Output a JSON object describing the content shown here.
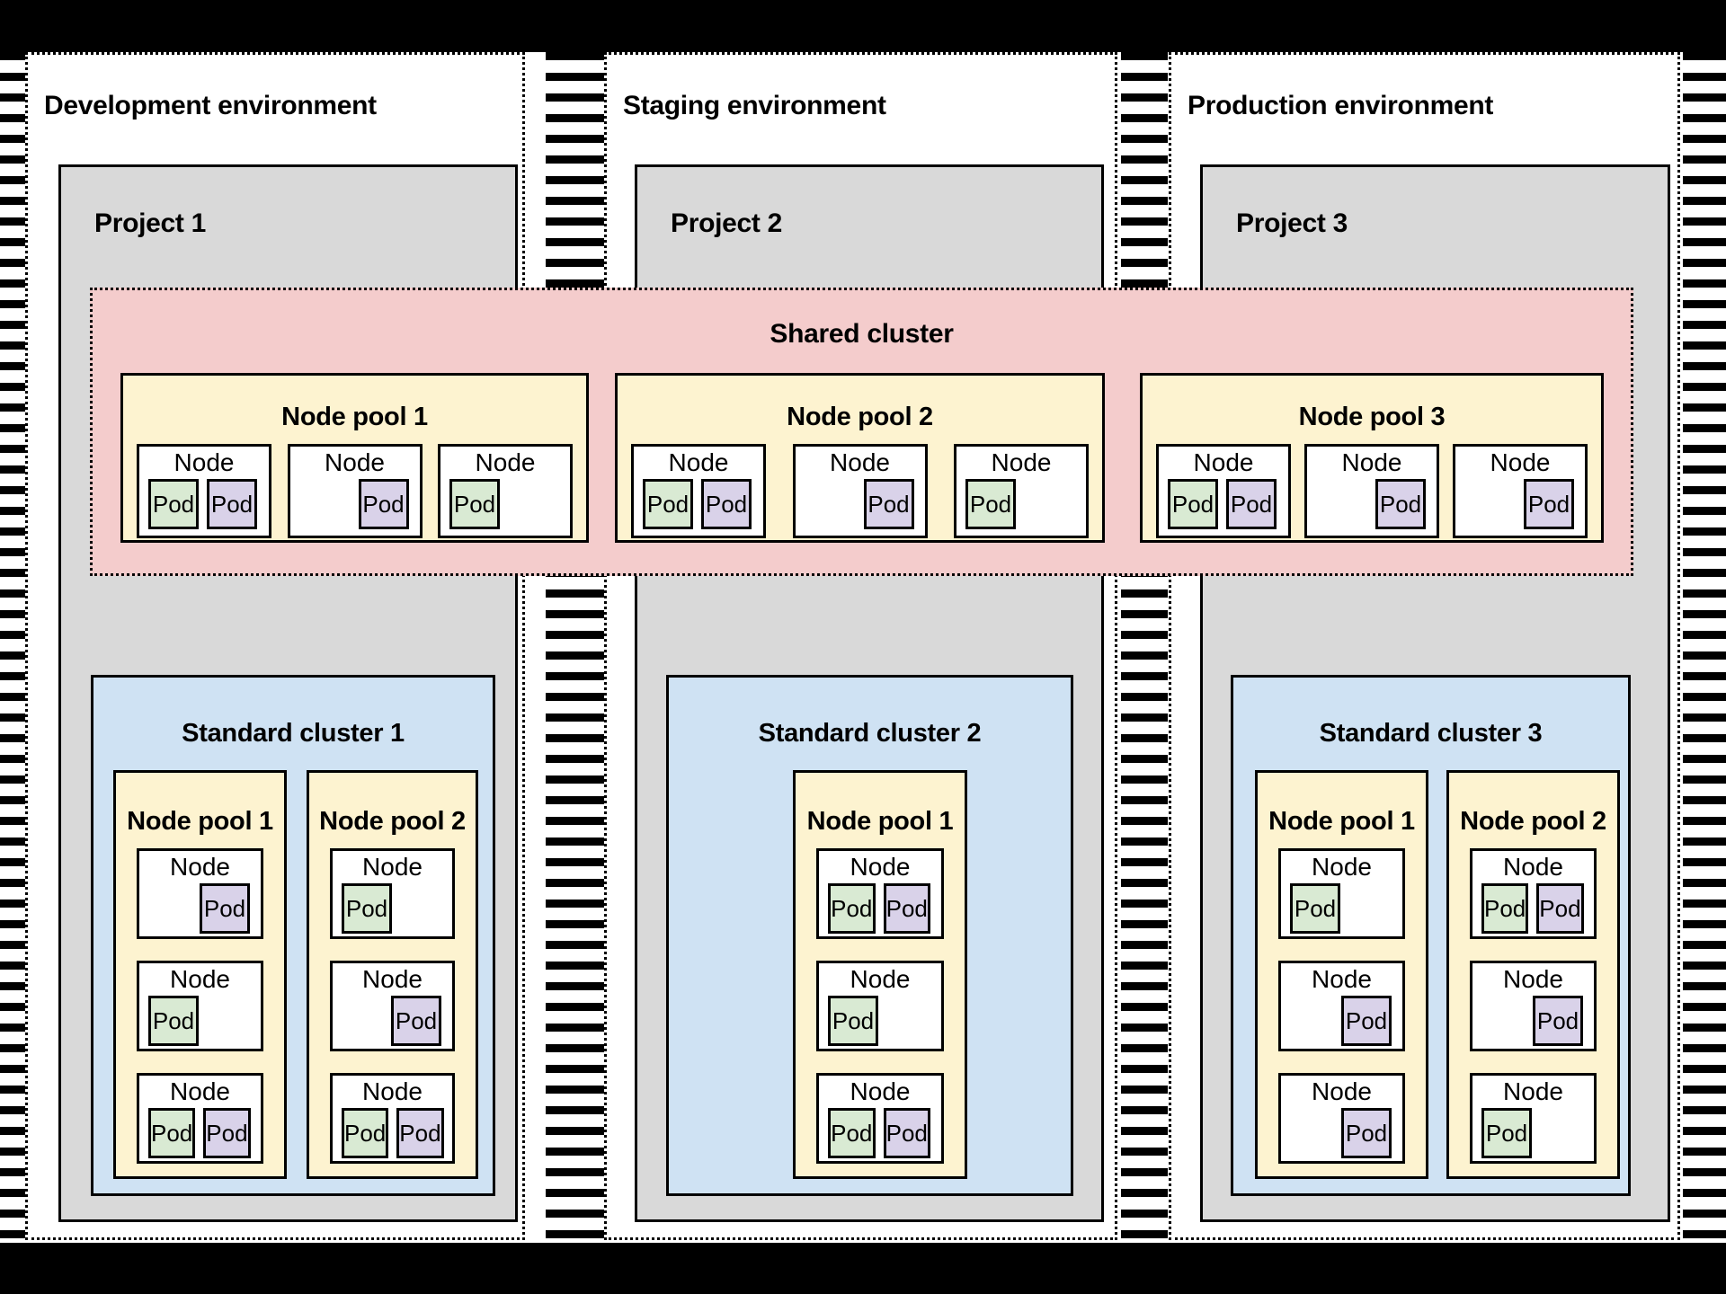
{
  "palette": {
    "background": "#000000",
    "environment_bg": "#ffffff",
    "project_bg": "#d9d9d9",
    "shared_cluster_bg": "#f4cccc",
    "node_pool_bg": "#fdf3d0",
    "standard_cluster_bg": "#cfe2f3",
    "node_bg": "#ffffff",
    "pod_green": "#d9ead3",
    "pod_purple": "#d9d2e9",
    "border": "#000000"
  },
  "environments": [
    {
      "title": "Development environment",
      "project": {
        "title": "Project 1",
        "cluster": {
          "title": "Standard cluster 1",
          "pools": [
            {
              "title": "Node pool 1",
              "nodes": [
                {
                  "label": "Node",
                  "align": "right",
                  "pods": [
                    {
                      "label": "Pod",
                      "color": "purple"
                    }
                  ]
                },
                {
                  "label": "Node",
                  "align": "left",
                  "pods": [
                    {
                      "label": "Pod",
                      "color": "green"
                    }
                  ]
                },
                {
                  "label": "Node",
                  "align": "left",
                  "pods": [
                    {
                      "label": "Pod",
                      "color": "green"
                    },
                    {
                      "label": "Pod",
                      "color": "purple"
                    }
                  ]
                }
              ]
            },
            {
              "title": "Node pool 2",
              "nodes": [
                {
                  "label": "Node",
                  "align": "left",
                  "pods": [
                    {
                      "label": "Pod",
                      "color": "green"
                    }
                  ]
                },
                {
                  "label": "Node",
                  "align": "right",
                  "pods": [
                    {
                      "label": "Pod",
                      "color": "purple"
                    }
                  ]
                },
                {
                  "label": "Node",
                  "align": "left",
                  "pods": [
                    {
                      "label": "Pod",
                      "color": "green"
                    },
                    {
                      "label": "Pod",
                      "color": "purple"
                    }
                  ]
                }
              ]
            }
          ]
        }
      }
    },
    {
      "title": "Staging environment",
      "project": {
        "title": "Project 2",
        "cluster": {
          "title": "Standard cluster 2",
          "pools": [
            {
              "title": "Node pool 1",
              "nodes": [
                {
                  "label": "Node",
                  "align": "left",
                  "pods": [
                    {
                      "label": "Pod",
                      "color": "green"
                    },
                    {
                      "label": "Pod",
                      "color": "purple"
                    }
                  ]
                },
                {
                  "label": "Node",
                  "align": "left",
                  "pods": [
                    {
                      "label": "Pod",
                      "color": "green"
                    }
                  ]
                },
                {
                  "label": "Node",
                  "align": "left",
                  "pods": [
                    {
                      "label": "Pod",
                      "color": "green"
                    },
                    {
                      "label": "Pod",
                      "color": "purple"
                    }
                  ]
                }
              ]
            }
          ]
        }
      }
    },
    {
      "title": "Production environment",
      "project": {
        "title": "Project 3",
        "cluster": {
          "title": "Standard cluster 3",
          "pools": [
            {
              "title": "Node pool 1",
              "nodes": [
                {
                  "label": "Node",
                  "align": "left",
                  "pods": [
                    {
                      "label": "Pod",
                      "color": "green"
                    }
                  ]
                },
                {
                  "label": "Node",
                  "align": "right",
                  "pods": [
                    {
                      "label": "Pod",
                      "color": "purple"
                    }
                  ]
                },
                {
                  "label": "Node",
                  "align": "right",
                  "pods": [
                    {
                      "label": "Pod",
                      "color": "purple"
                    }
                  ]
                }
              ]
            },
            {
              "title": "Node pool 2",
              "nodes": [
                {
                  "label": "Node",
                  "align": "left",
                  "pods": [
                    {
                      "label": "Pod",
                      "color": "green"
                    },
                    {
                      "label": "Pod",
                      "color": "purple"
                    }
                  ]
                },
                {
                  "label": "Node",
                  "align": "right",
                  "pods": [
                    {
                      "label": "Pod",
                      "color": "purple"
                    }
                  ]
                },
                {
                  "label": "Node",
                  "align": "left",
                  "pods": [
                    {
                      "label": "Pod",
                      "color": "green"
                    }
                  ]
                }
              ]
            }
          ]
        }
      }
    }
  ],
  "shared_cluster": {
    "title": "Shared cluster",
    "pools": [
      {
        "title": "Node pool 1",
        "nodes": [
          {
            "label": "Node",
            "align": "left",
            "pods": [
              {
                "label": "Pod",
                "color": "green"
              },
              {
                "label": "Pod",
                "color": "purple"
              }
            ]
          },
          {
            "label": "Node",
            "align": "right",
            "pods": [
              {
                "label": "Pod",
                "color": "purple"
              }
            ]
          },
          {
            "label": "Node",
            "align": "left",
            "pods": [
              {
                "label": "Pod",
                "color": "green"
              }
            ]
          }
        ]
      },
      {
        "title": "Node pool 2",
        "nodes": [
          {
            "label": "Node",
            "align": "left",
            "pods": [
              {
                "label": "Pod",
                "color": "green"
              },
              {
                "label": "Pod",
                "color": "purple"
              }
            ]
          },
          {
            "label": "Node",
            "align": "right",
            "pods": [
              {
                "label": "Pod",
                "color": "purple"
              }
            ]
          },
          {
            "label": "Node",
            "align": "left",
            "pods": [
              {
                "label": "Pod",
                "color": "green"
              }
            ]
          }
        ]
      },
      {
        "title": "Node pool 3",
        "nodes": [
          {
            "label": "Node",
            "align": "left",
            "pods": [
              {
                "label": "Pod",
                "color": "green"
              },
              {
                "label": "Pod",
                "color": "purple"
              }
            ]
          },
          {
            "label": "Node",
            "align": "right",
            "pods": [
              {
                "label": "Pod",
                "color": "purple"
              }
            ]
          },
          {
            "label": "Node",
            "align": "right",
            "pods": [
              {
                "label": "Pod",
                "color": "purple"
              }
            ]
          }
        ]
      }
    ]
  }
}
